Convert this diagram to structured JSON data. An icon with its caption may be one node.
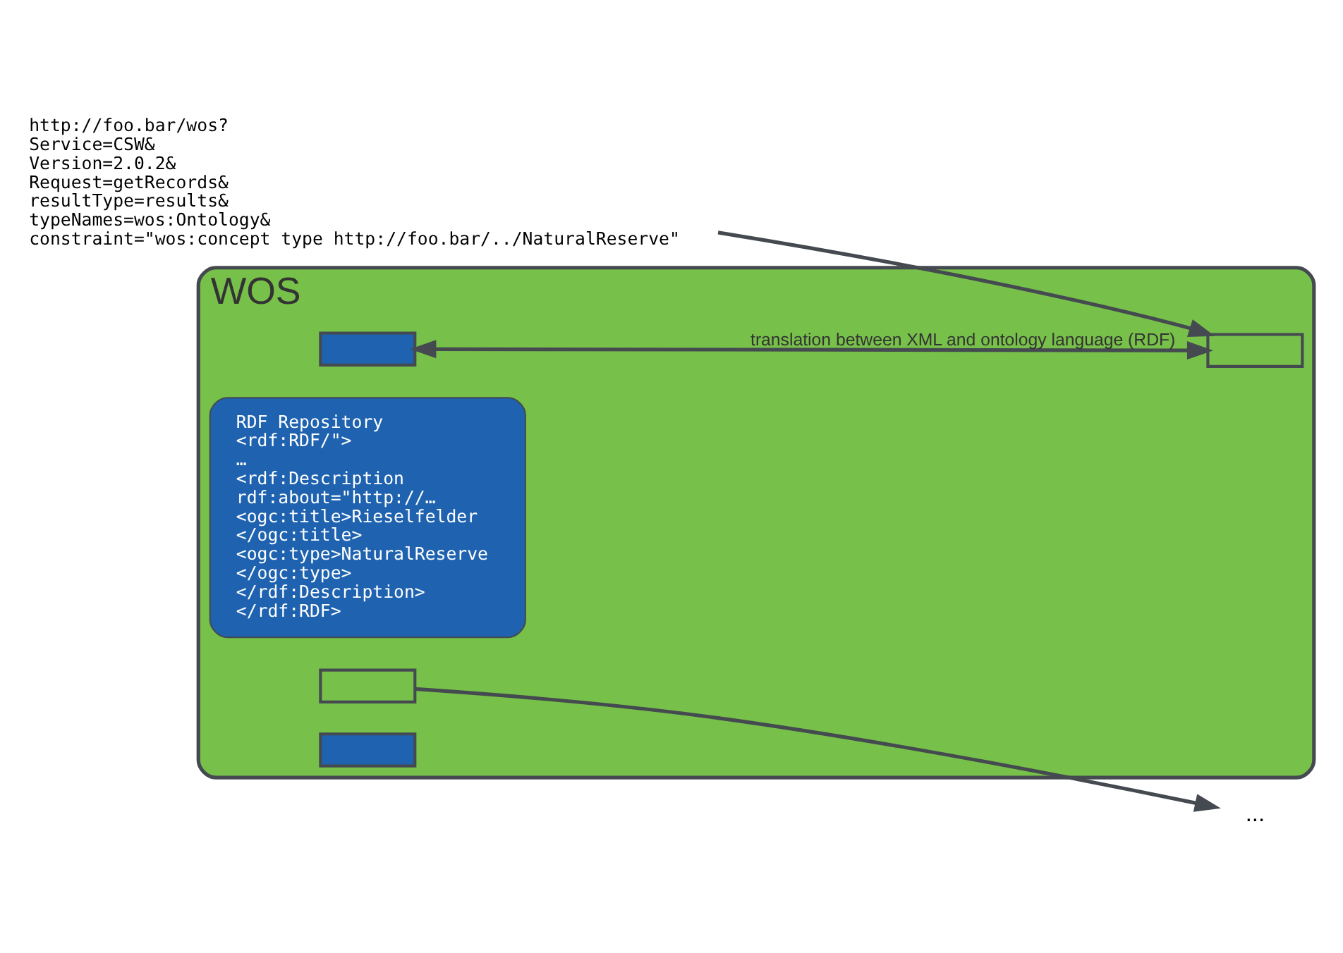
{
  "diagram": {
    "nodes": [
      {
        "text": [
          "http://foo.bar/wos?",
          "Service=CSW&",
          "Version=2.0.2&",
          "Request=getRecords&",
          "resultType=results&",
          "typeNames=wos:Ontology&",
          "constraint=\"wos:concept type http://foo.bar/../NaturalReserve\""
        ]
      },
      {
        "text": [
          "WOS"
        ]
      },
      {
        "text": [],
        "shape": "box",
        "in": 1
      },
      {
        "text": [],
        "shape": "box",
        "in": 1
      },
      {
        "text": [
          "RDF Repository",
          "<rdf:RDF/\">",
          "…",
          "<rdf:Description",
          "rdf:about=\"http://…",
          "<ogc:title>Rieselfelder",
          "</ogc:title>",
          "<ogc:type>NaturalReserve",
          "</ogc:type>",
          "</rdf:Description>",
          "</rdf:RDF>"
        ],
        "in": 1
      },
      {
        "text": [],
        "shape": "box",
        "in": 1
      },
      {
        "text": [],
        "shape": "box",
        "in": 1
      },
      {
        "text": [
          "..."
        ]
      }
    ],
    "edges": [
      {
        "from": 0,
        "to": 2,
        "arrow": "to"
      },
      {
        "from": 5,
        "to": 2,
        "arrow": "both",
        "label": "translation between XML and ontology language (RDF)"
      },
      {
        "from": 3,
        "to": 7,
        "arrow": "to"
      }
    ]
  }
}
